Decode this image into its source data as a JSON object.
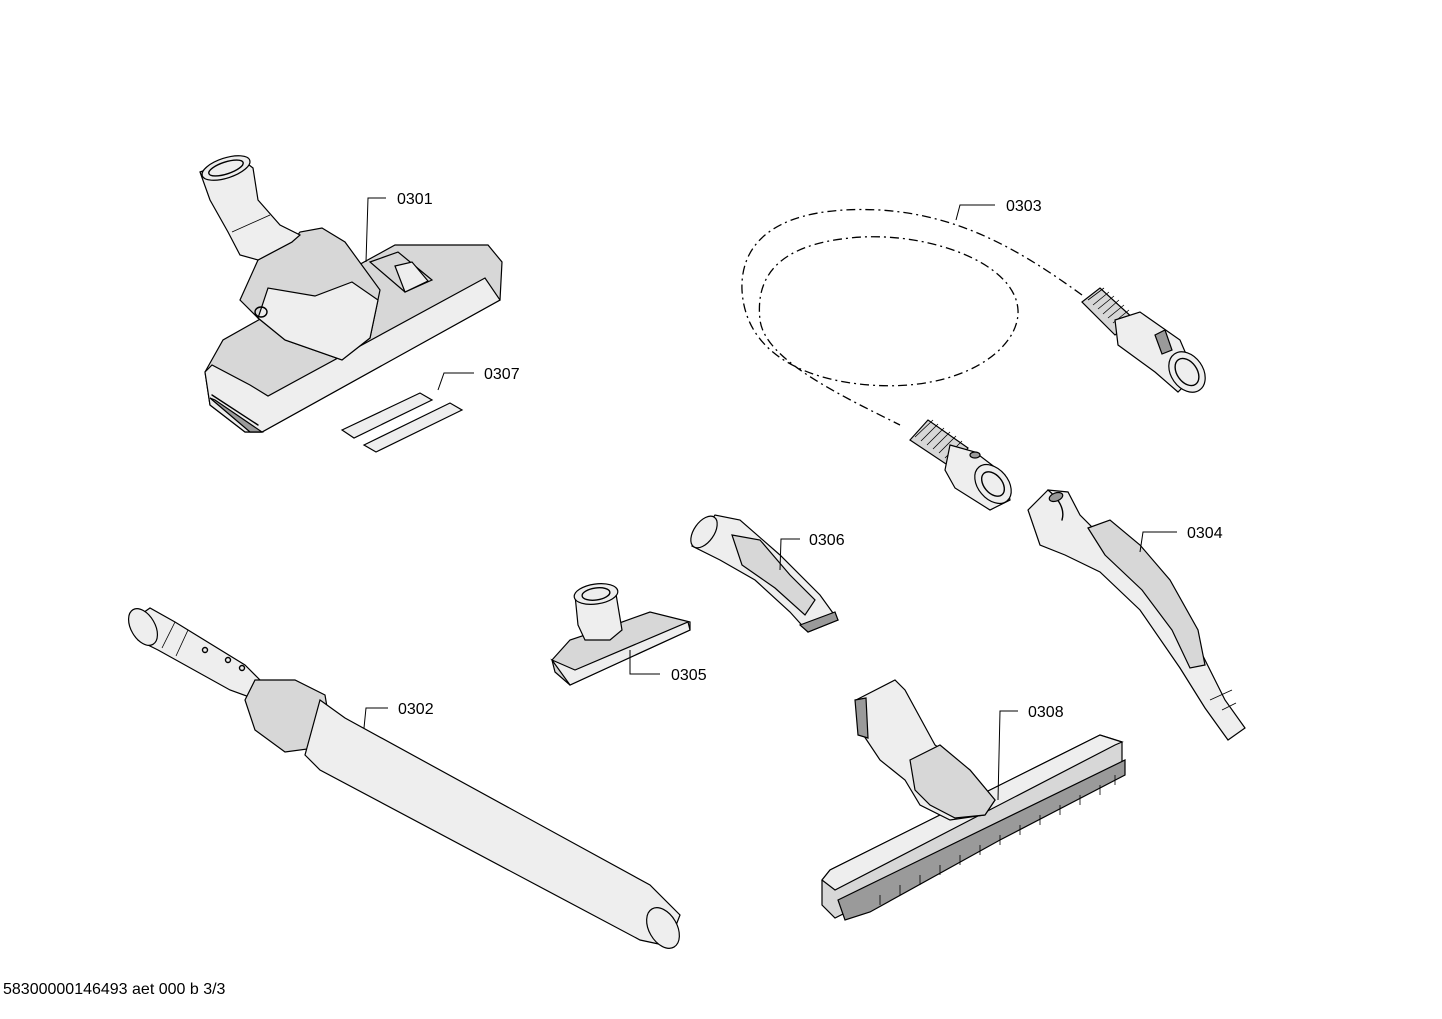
{
  "callouts": {
    "p0301": "0301",
    "p0302": "0302",
    "p0303": "0303",
    "p0304": "0304",
    "p0305": "0305",
    "p0306": "0306",
    "p0307": "0307",
    "p0308": "0308"
  },
  "footer": {
    "code": "58300000146493 aet 000 b 3/3"
  }
}
